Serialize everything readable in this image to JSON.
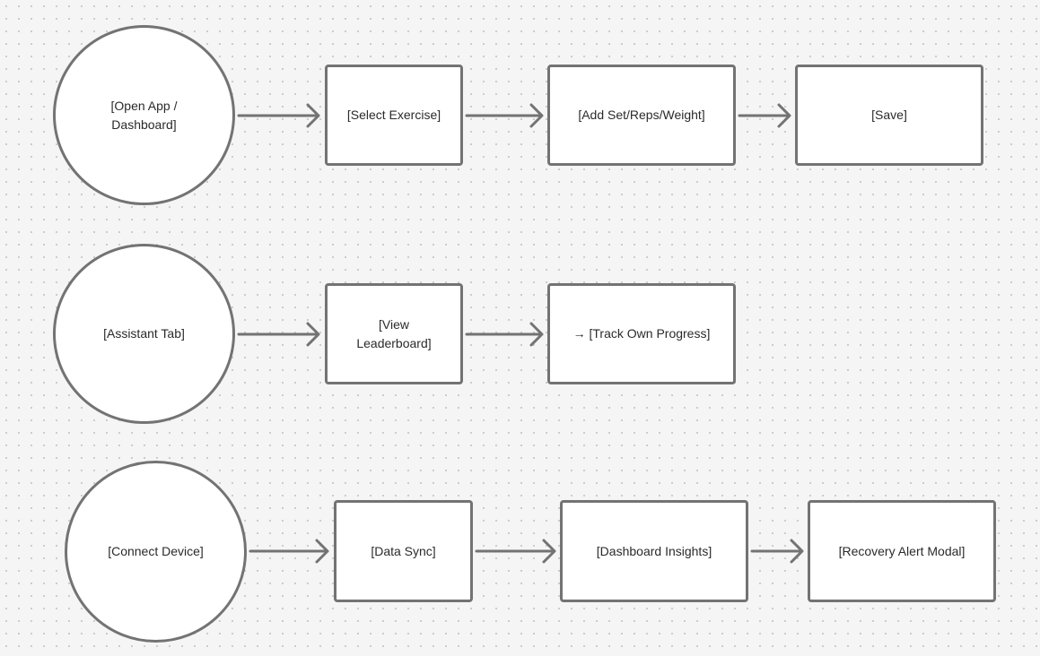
{
  "flows": [
    {
      "start": {
        "label": "[Open App /\nDashboard]",
        "shape": "circle"
      },
      "steps": [
        "[Select Exercise]",
        "[Add Set/Reps/Weight]",
        "[Save]"
      ]
    },
    {
      "start": {
        "label": "[Assistant Tab]",
        "shape": "circle"
      },
      "steps": [
        "[View\nLeaderboard]",
        "→ [Track Own Progress]"
      ]
    },
    {
      "start": {
        "label": "[Connect Device]",
        "shape": "circle"
      },
      "steps": [
        "[Data Sync]",
        "[Dashboard Insights]",
        "[Recovery Alert Modal]"
      ]
    }
  ],
  "colors": {
    "stroke": "#737373",
    "node_fill": "#ffffff",
    "background": "#f5f5f5",
    "text": "#2a2a2a"
  }
}
